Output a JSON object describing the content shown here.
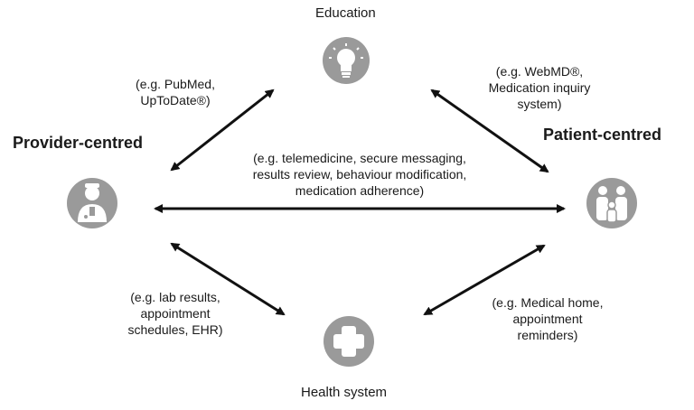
{
  "nodes": {
    "education": "Education",
    "health_system": "Health system",
    "provider": "Provider-centred",
    "patient": "Patient-centred"
  },
  "icons": {
    "education": "lightbulb-icon",
    "provider": "doctor-icon",
    "patient": "family-icon",
    "health_system": "medical-cross-icon"
  },
  "colors": {
    "icon_circle": "#9a9a9a",
    "arrow": "#111111"
  },
  "labels": {
    "provider_education": [
      "(e.g. PubMed,",
      "UpToDate®)"
    ],
    "patient_education": [
      "(e.g. WebMD®,",
      "Medication inquiry",
      "system)"
    ],
    "provider_patient": [
      "(e.g. telemedicine, secure messaging,",
      "results review, behaviour modification,",
      "medication adherence)"
    ],
    "provider_health": [
      "(e.g. lab results,",
      "appointment",
      "schedules, EHR)"
    ],
    "patient_health": [
      "(e.g. Medical home,",
      "appointment",
      "reminders)"
    ]
  }
}
